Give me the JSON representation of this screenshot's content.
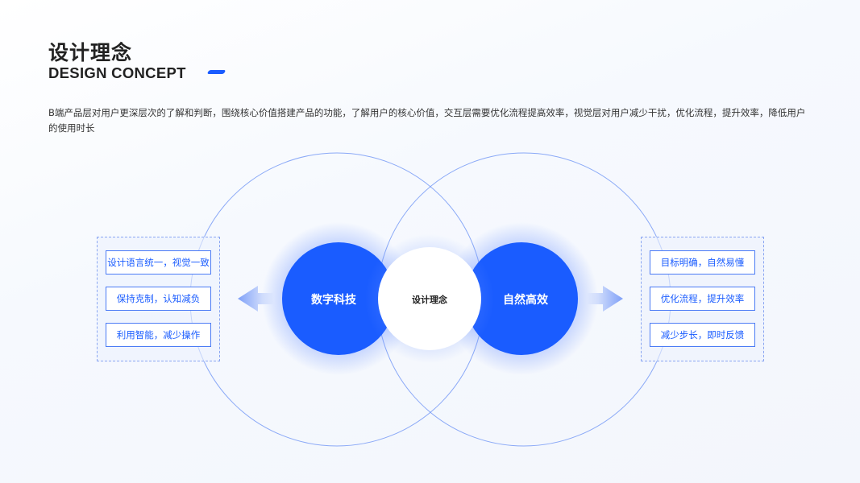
{
  "header": {
    "title": "设计理念",
    "subtitle": "DESIGN CONCEPT"
  },
  "description": "B端产品层对用户更深层次的了解和判断，围绕核心价值搭建产品的功能，了解用户的核心价值，交互层需要优化流程提高效率，视觉层对用户减少干扰，优化流程，提升效率，降低用户的使用时长",
  "diagram": {
    "left_circle": "数字科技",
    "right_circle": "自然高效",
    "center": "设计理念",
    "left_items": [
      "设计语言统一，视觉一致",
      "保持克制，认知减负",
      "利用智能，减少操作"
    ],
    "right_items": [
      "目标明确，自然易懂",
      "优化流程，提升效率",
      "减少步长，即时反馈"
    ],
    "accent": "#1a5cff"
  }
}
